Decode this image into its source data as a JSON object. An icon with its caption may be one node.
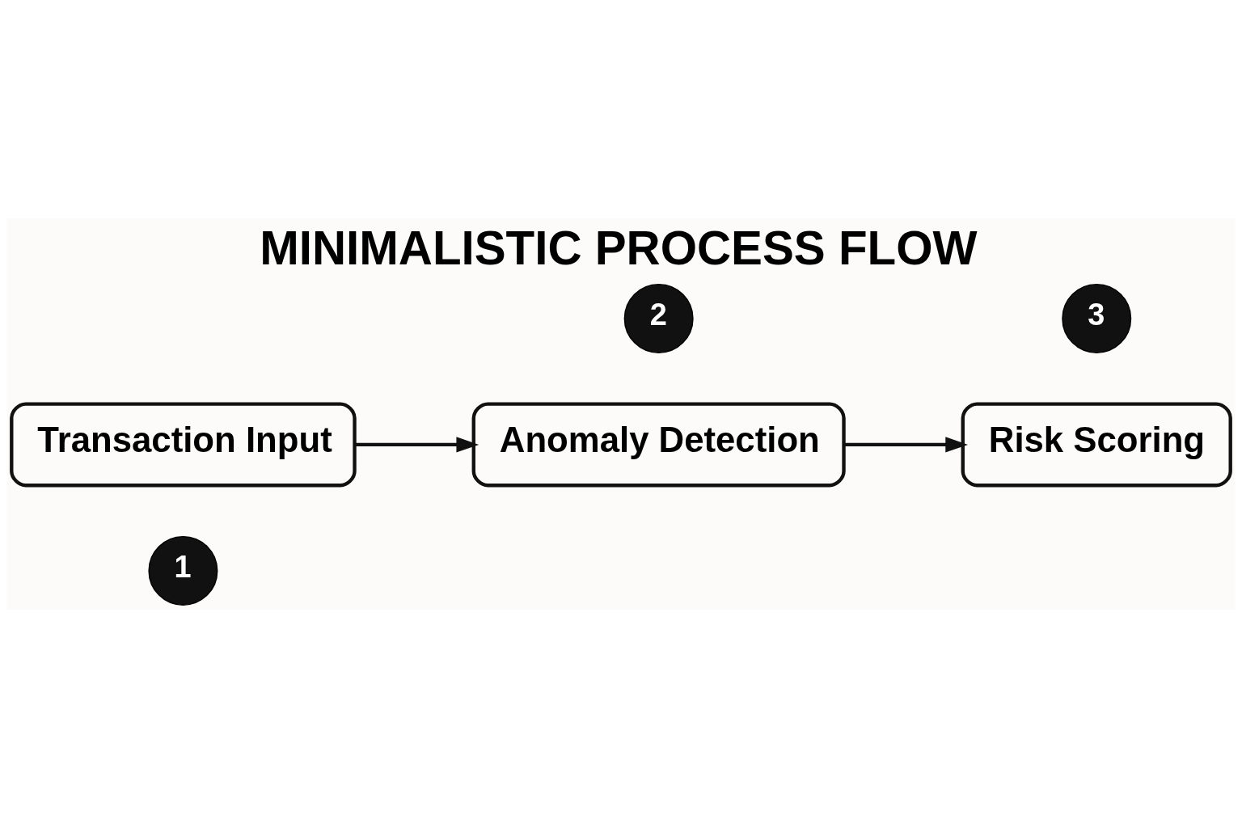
{
  "diagram": {
    "title": "MINIMALISTIC PROCESS FLOW",
    "nodes": [
      {
        "text": [
          "1"
        ]
      },
      {
        "text": [
          "Transaction Input"
        ]
      },
      {
        "text": [
          "2"
        ]
      },
      {
        "text": [
          "Anomaly Detection"
        ]
      },
      {
        "text": [
          "3"
        ]
      },
      {
        "text": [
          "Risk Scoring"
        ]
      }
    ],
    "edges": [
      {
        "from": 1,
        "to": 3,
        "arrow": "to"
      },
      {
        "from": 3,
        "to": 5,
        "arrow": "to"
      }
    ]
  }
}
